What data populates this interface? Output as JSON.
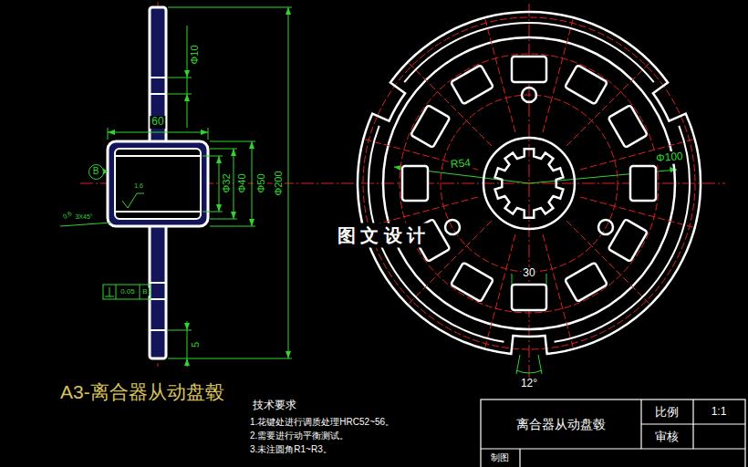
{
  "diagram": {
    "title": "A3-离合器从动盘毂",
    "nodes": [
      {
        "text": [
          "B"
        ]
      }
    ],
    "labels": [
      "Φ10",
      "60",
      "Φ32",
      "Φ40",
      "Φ50",
      "Φ200",
      "3X45°",
      "0.6",
      "1.6",
      "0.05",
      "B",
      "5",
      "R54",
      "Φ100",
      "30",
      "12°",
      "图 文 设 计",
      "技术要求",
      "1.花键处进行调质处理HRC52~56。",
      "2.需要进行动平衡测试。",
      "3.未注圆角R1~R3。",
      "离合器从动盘毂",
      "比例",
      "1:1",
      "审核",
      "制图"
    ]
  }
}
